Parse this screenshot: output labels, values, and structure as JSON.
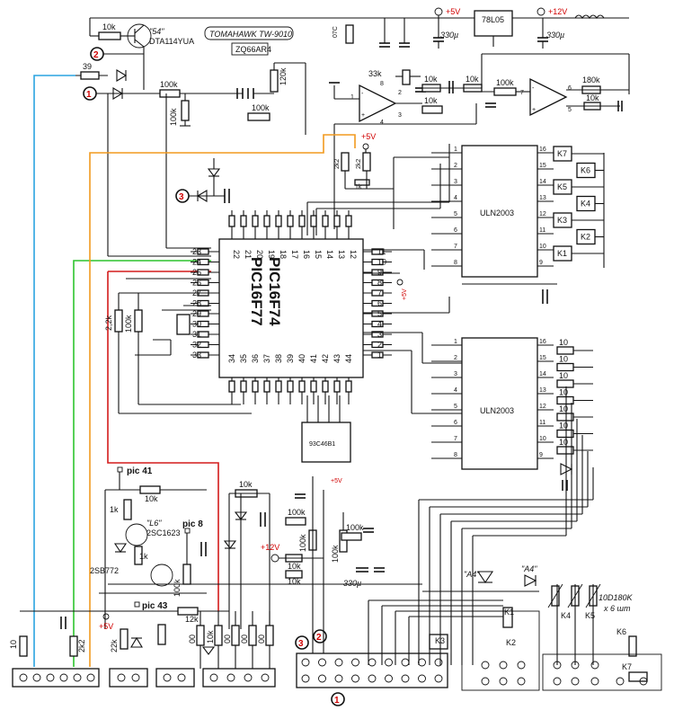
{
  "title": {
    "model": "TOMAHAWK TW-9010",
    "code": "ZQ66AR4"
  },
  "power": {
    "v5": "+5V",
    "v12": "+12V",
    "regulator": "78L05",
    "cap1": "330µ",
    "cap2": "330µ",
    "cap3": "330µ",
    "r07c": "07C"
  },
  "markers": {
    "m1": "1",
    "m2": "2",
    "m3": "3"
  },
  "input": {
    "tr_code": "\"54\"",
    "tr_part": "DTA114YUA",
    "r1": "10k",
    "r39": "39",
    "r2": "100k",
    "r3": "100k",
    "r4": "100k",
    "r5": "120k"
  },
  "opamp": {
    "r33k": "33k",
    "r10k1": "10k",
    "r10k2": "10k",
    "r10k3": "10k",
    "r100k": "100k",
    "r180k": "180k",
    "r10k4": "10k"
  },
  "trim": {
    "r1": "2k2",
    "r2": "2k2",
    "r3": "1k"
  },
  "mcu": {
    "name1": "PIC16F74",
    "name2": "PIC16F77",
    "pins_top": [
      "22",
      "21",
      "20",
      "19",
      "18",
      "17",
      "16",
      "15",
      "14",
      "13",
      "12"
    ],
    "pins_bottom": [
      "34",
      "35",
      "36",
      "37",
      "38",
      "39",
      "40",
      "41",
      "42",
      "43",
      "44"
    ],
    "pins_left": [
      "23",
      "24",
      "25",
      "26",
      "27",
      "28",
      "29",
      "30",
      "31",
      "32",
      "33"
    ],
    "pins_right": [
      "11",
      "10",
      "9",
      "8",
      "7",
      "6",
      "5",
      "4",
      "3",
      "2",
      "1"
    ]
  },
  "drivers": {
    "uln": "ULN2003",
    "left_pins": [
      "1",
      "2",
      "3",
      "4",
      "5",
      "6",
      "7",
      "8"
    ],
    "right_pins": [
      "16",
      "15",
      "14",
      "13",
      "12",
      "11",
      "10",
      "9"
    ]
  },
  "relays_coils": [
    "K7",
    "K6",
    "K5",
    "K4",
    "K3",
    "K2",
    "K1"
  ],
  "res_stack": [
    "10",
    "10",
    "10",
    "10",
    "10",
    "10",
    "10"
  ],
  "memory": {
    "chip": "93C46B1"
  },
  "analog": {
    "r2k2": "2,2k",
    "r100k": "100k"
  },
  "testpoints": {
    "pic41": "pic 41",
    "pic8": "pic 8",
    "pic43": "pic 43"
  },
  "pic41": {
    "r10k": "10k",
    "r1k": "1k",
    "tr_code": "\"L6\"",
    "tr_part": "2SC1623",
    "r1k2": "1k",
    "tr2_part": "2SB772",
    "r100k": "100k"
  },
  "mid": {
    "r10k": "10k",
    "r100k1": "100k",
    "r100k2": "100k",
    "r10k2": "10k",
    "r10k3": "10k",
    "r100k3": "100k",
    "r100k4": "100k"
  },
  "bottom": {
    "r12k": "12k",
    "r10": "10",
    "r2k2": "2k2",
    "r22k": "22k",
    "row": [
      "00",
      "10k",
      "00",
      "00",
      "00"
    ]
  },
  "relays": {
    "k1": "K1",
    "k2": "K2",
    "k3": "K3",
    "k4": "K4",
    "k5": "K5",
    "k6": "K6",
    "k7": "K7",
    "a4": "\"A4\"",
    "varistor": "10D180K",
    "varistor_count": "x 6 шт"
  }
}
